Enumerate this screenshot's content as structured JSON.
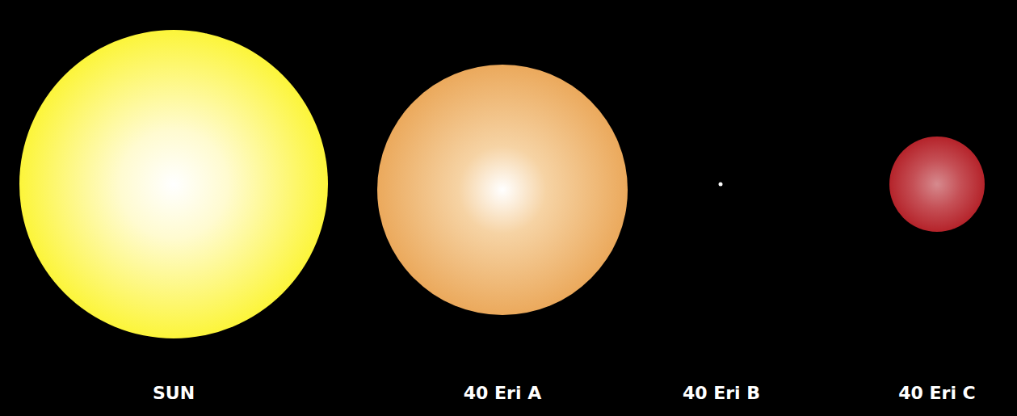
{
  "diagram": {
    "nodes": [
      {
        "text": [
          "SUN"
        ]
      },
      {
        "text": [
          "40 Eri A"
        ]
      },
      {
        "text": [
          "40 Eri B"
        ]
      },
      {
        "text": [
          "40 Eri C"
        ]
      }
    ]
  }
}
